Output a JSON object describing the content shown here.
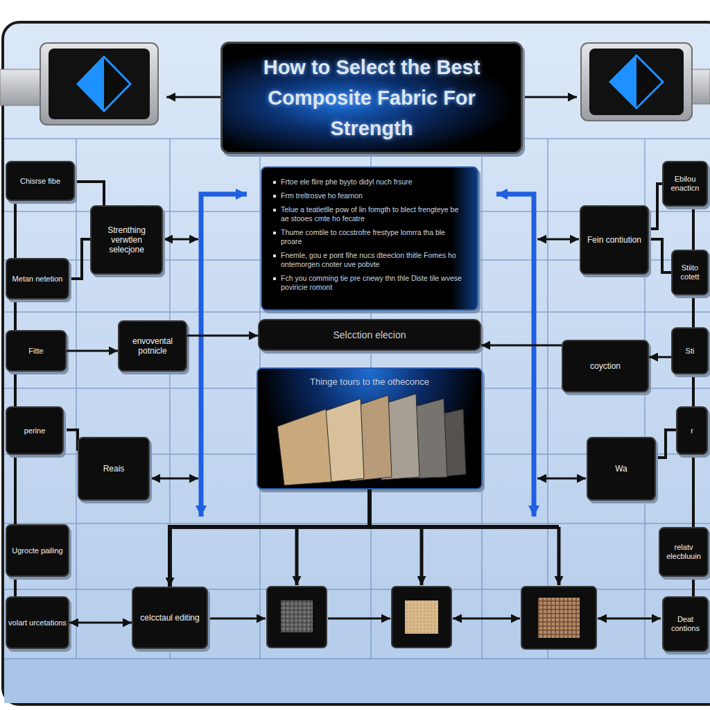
{
  "diagram": {
    "title": "How to Select the Best Composite Fabric For Strength",
    "nodes": [
      {
        "text": [
          "Chisrse fibe"
        ]
      },
      {
        "text": [
          "Ebilou enacticn"
        ]
      },
      {
        "text": [
          "Frtoe ele flire phe byyto didyl nuch frsure",
          "Frm treltrosve ho fearnon",
          "Telue a teatietlle pow of lin fomgth to blect frengteye be ae stooes cmte ho fecatre",
          "Thume comtile to cocstrofre frestype lomrra tha ble proare",
          "Fnemle, gou e pont fihe nucs dteeclon thitle Fomes ho ontemorgen cnoter uve pobvte",
          "Fch you comming tie pre cnewy thn thle Diste tile wvese poviricie romont"
        ]
      },
      {
        "text": [
          "Strenthing verwtlen selecjone"
        ]
      },
      {
        "text": [
          "Fein contiution"
        ]
      },
      {
        "text": [
          "Metan netetion"
        ]
      },
      {
        "text": [
          "Stiito cotett"
        ]
      },
      {
        "text": [
          "Selcction elecion"
        ]
      },
      {
        "text": [
          "Fitte"
        ]
      },
      {
        "text": [
          "envovental potnicle"
        ]
      },
      {
        "text": [
          "coyction"
        ]
      },
      {
        "text": [
          "Sti"
        ]
      },
      {
        "text": [
          "Thinge tours to the otheconce"
        ]
      },
      {
        "text": [
          "perine"
        ]
      },
      {
        "text": [
          "r"
        ]
      },
      {
        "text": [
          "Reais"
        ]
      },
      {
        "text": [
          "Wa"
        ]
      },
      {
        "text": [
          "Ugrocte pailing"
        ]
      },
      {
        "text": [
          "relatv elecbluuin"
        ]
      },
      {
        "text": [
          "volart urcetations"
        ]
      },
      {
        "text": [
          "celcctaul editing"
        ]
      },
      {
        "text": [
          "Deat contions"
        ]
      }
    ],
    "edges": [
      {
        "from": 8,
        "to": 9,
        "arrow": "to"
      },
      {
        "from": 9,
        "to": 7,
        "arrow": "to"
      },
      {
        "from": 10,
        "to": 7,
        "arrow": "to"
      },
      {
        "from": 11,
        "to": 10,
        "arrow": "to"
      },
      {
        "from": 19,
        "to": 20,
        "arrow": "both"
      },
      {
        "from": 12,
        "to": 20,
        "arrow": "to"
      }
    ]
  }
}
